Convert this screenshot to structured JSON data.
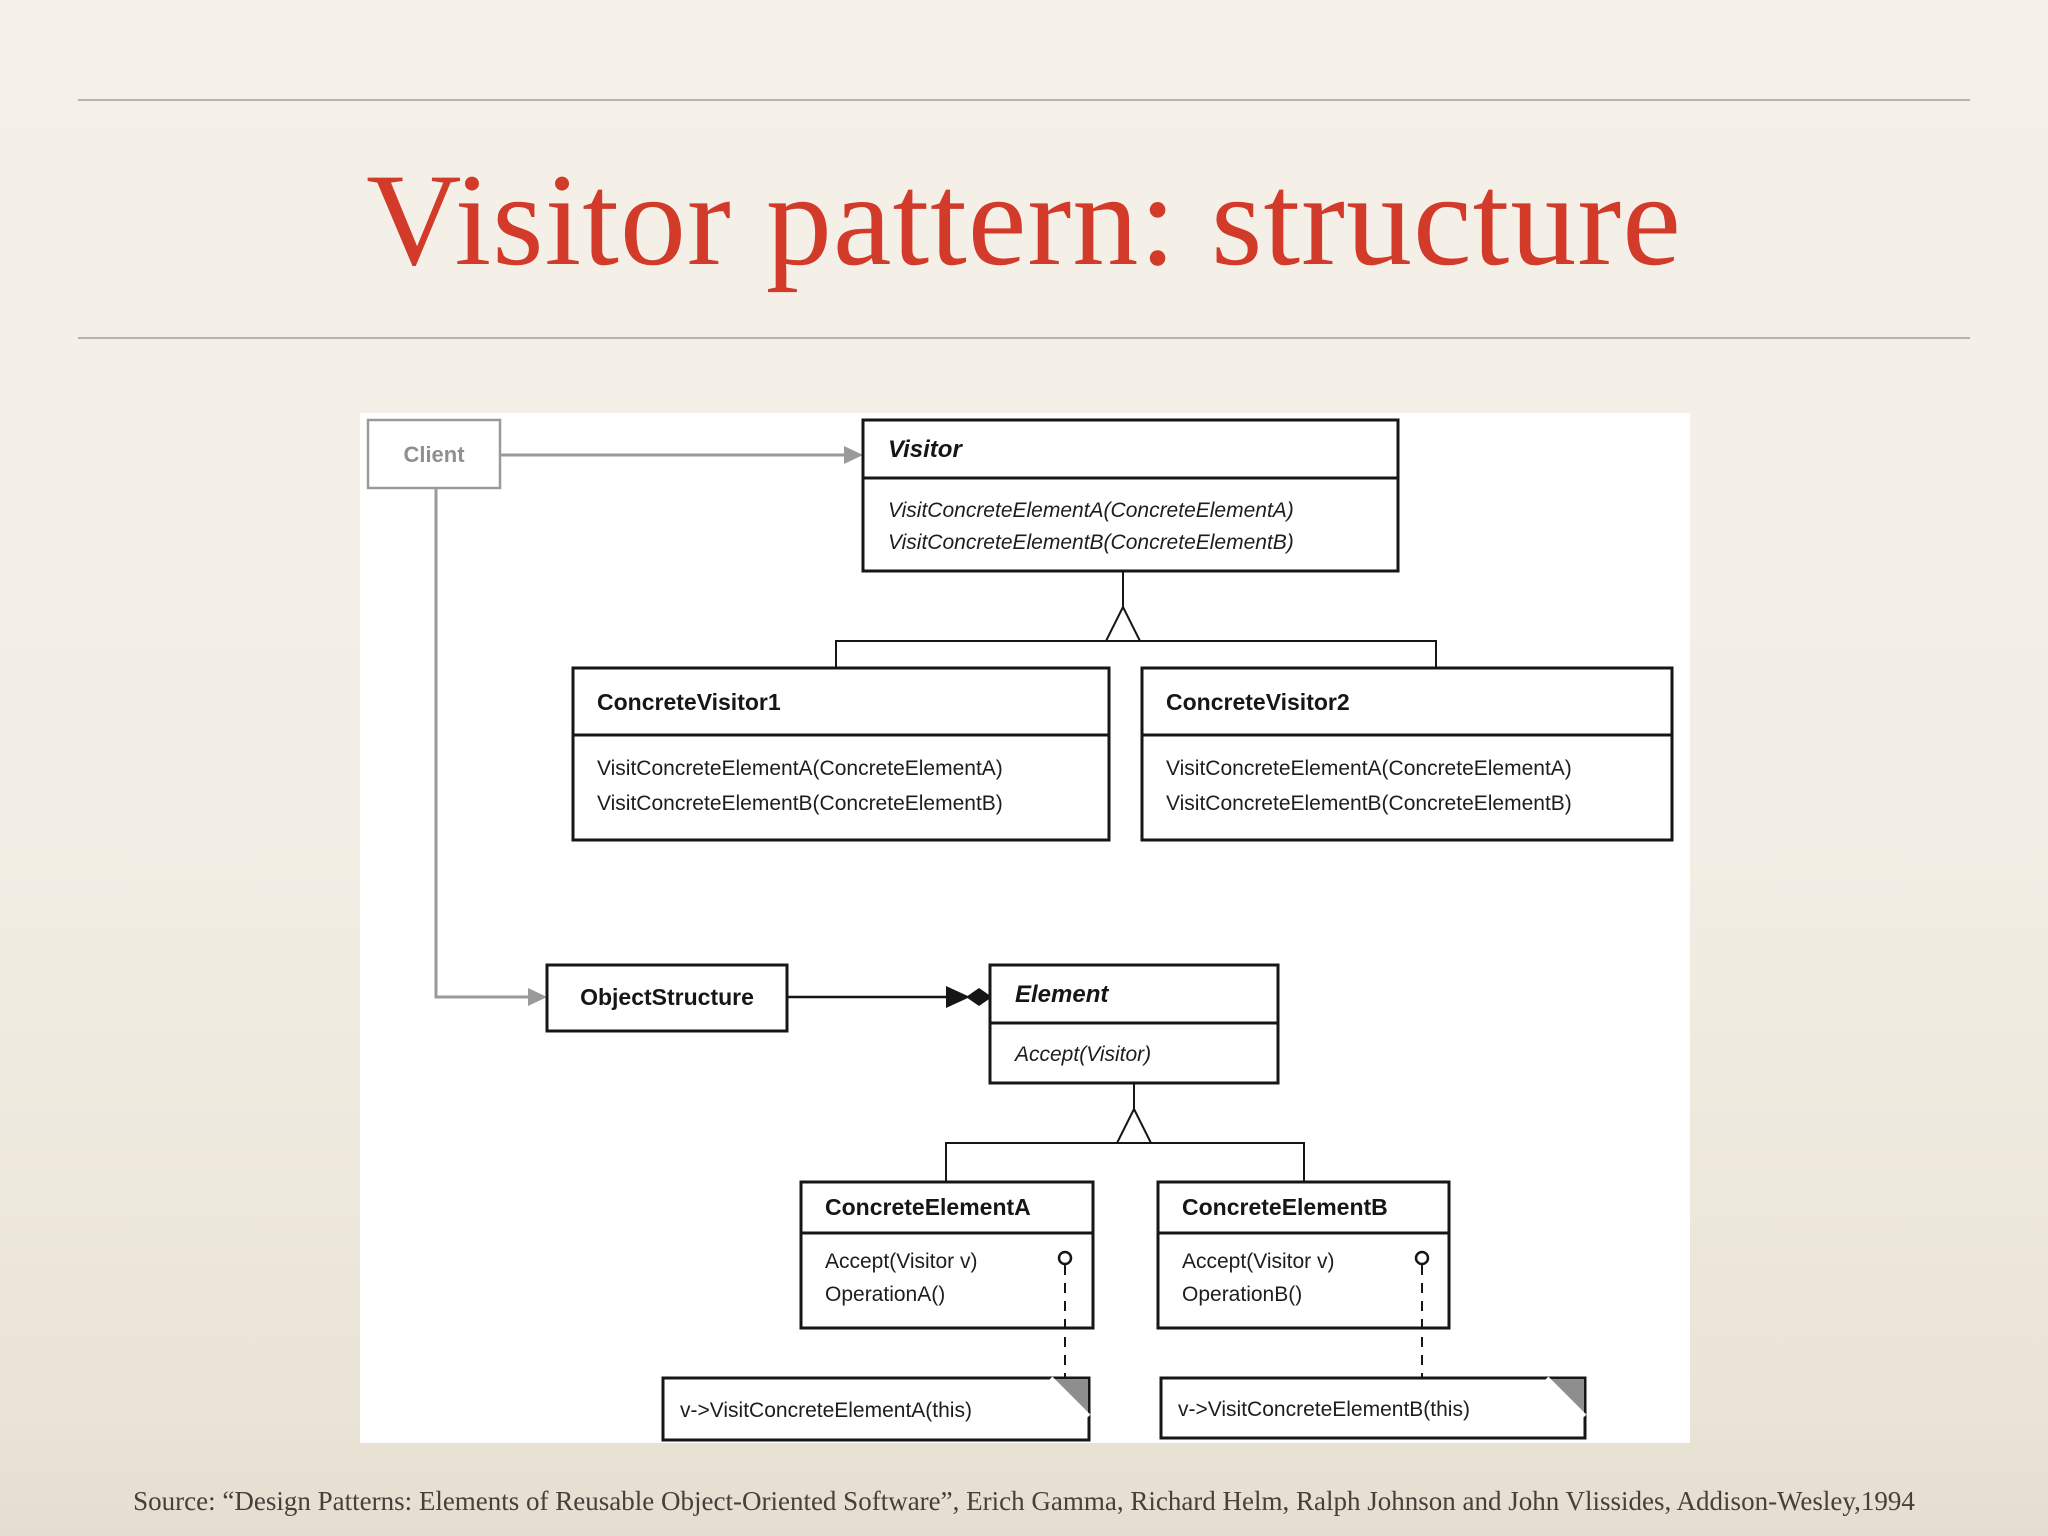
{
  "slide": {
    "title": "Visitor pattern: structure",
    "source": "Source: “Design Patterns: Elements of Reusable Object-Oriented Software”, Erich Gamma, Richard Helm, Ralph Johnson and John Vlissides, Addison-Wesley,1994",
    "accent_color": "#d23a2a",
    "background_color": "#f2eee5",
    "panel_color": "#ffffff",
    "rule_color": "#b8b4ab"
  },
  "diagram": {
    "client": {
      "label": "Client",
      "color": "#8f8f8f"
    },
    "visitor": {
      "name": "Visitor",
      "methods": [
        "VisitConcreteElementA(ConcreteElementA)",
        "VisitConcreteElementB(ConcreteElementB)"
      ]
    },
    "concrete_visitor1": {
      "name": "ConcreteVisitor1",
      "methods": [
        "VisitConcreteElementA(ConcreteElementA)",
        "VisitConcreteElementB(ConcreteElementB)"
      ]
    },
    "concrete_visitor2": {
      "name": "ConcreteVisitor2",
      "methods": [
        "VisitConcreteElementA(ConcreteElementA)",
        "VisitConcreteElementB(ConcreteElementB)"
      ]
    },
    "object_structure": {
      "name": "ObjectStructure"
    },
    "element": {
      "name": "Element",
      "methods": [
        "Accept(Visitor)"
      ]
    },
    "concrete_element_a": {
      "name": "ConcreteElementA",
      "methods": [
        "Accept(Visitor v)",
        "OperationA()"
      ]
    },
    "concrete_element_b": {
      "name": "ConcreteElementB",
      "methods": [
        "Accept(Visitor v)",
        "OperationB()"
      ]
    },
    "note_a": {
      "text": "v->VisitConcreteElementA(this)"
    },
    "note_b": {
      "text": "v->VisitConcreteElementB(this)"
    },
    "note_fold_color": "#8e8e8e",
    "line_color": "#161616",
    "client_link_color": "#9a9a9a"
  }
}
